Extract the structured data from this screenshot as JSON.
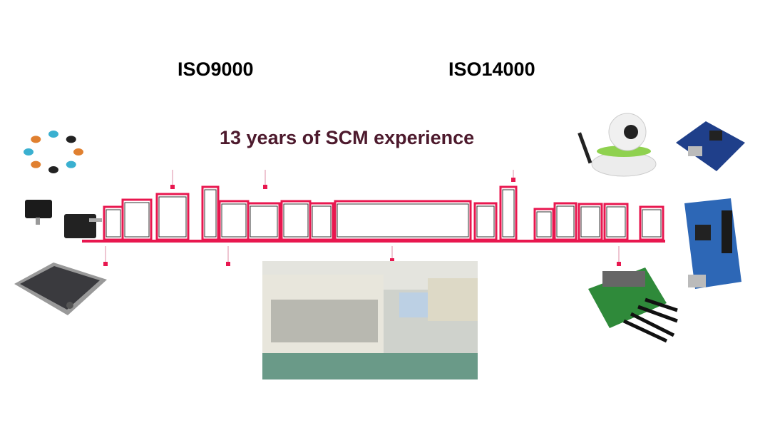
{
  "headings": {
    "iso_left": "ISO9000",
    "iso_right": "ISO14000",
    "tagline": "13 years of SCM experience"
  },
  "colors": {
    "accent": "#e8174f",
    "tagline": "#4d1a2d"
  },
  "images": [
    "capacitors-photo",
    "transistor-photo",
    "qfp-chip-photo",
    "factory-floor-photo",
    "ip-camera-photo",
    "single-board-computer-photo",
    "dev-board-photo",
    "gsm-modem-board-photo"
  ]
}
